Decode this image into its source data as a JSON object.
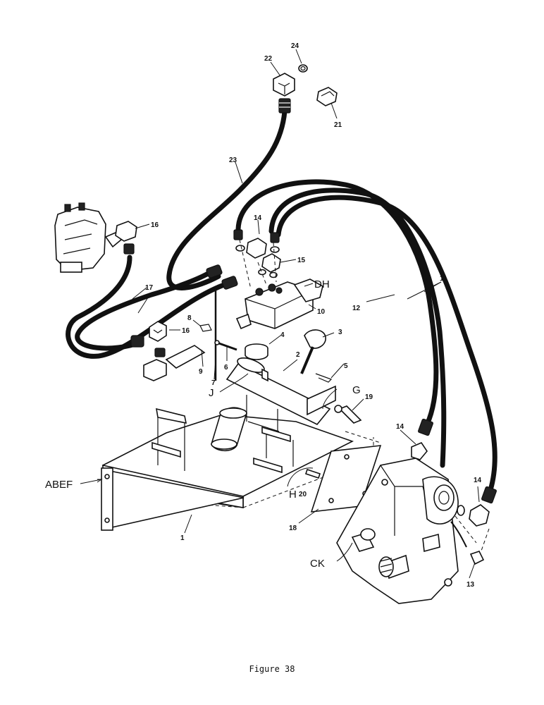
{
  "figure": {
    "caption": "Figure 38"
  },
  "callouts": {
    "n1": "1",
    "n2": "2",
    "n3": "3",
    "n4": "4",
    "n5": "5",
    "n6": "6",
    "n7": "7",
    "n8": "8",
    "n9": "9",
    "n10": "10",
    "n11": "11",
    "n12": "12",
    "n13": "13",
    "n14a": "14",
    "n14b": "14",
    "n14c": "14",
    "n15": "15",
    "n16a": "16",
    "n16b": "16",
    "n17": "17",
    "n18": "18",
    "n19": "19",
    "n20": "20",
    "n21": "21",
    "n22": "22",
    "n23": "23",
    "n24": "24"
  },
  "letter_refs": {
    "abef": "ABEF",
    "dh": "DH",
    "g": "G",
    "h": "H",
    "j": "J",
    "ck": "CK"
  }
}
